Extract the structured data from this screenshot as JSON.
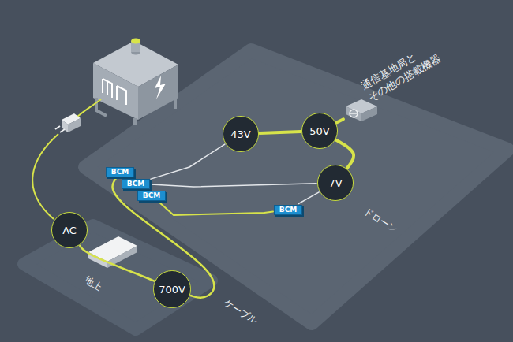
{
  "diagram": {
    "nodes": [
      {
        "text": [
          "AC"
        ]
      },
      {
        "text": [
          "700V"
        ]
      },
      {
        "text": [
          "BCM"
        ]
      },
      {
        "text": [
          "BCM"
        ]
      },
      {
        "text": [
          "BCM"
        ]
      },
      {
        "text": [
          "43V"
        ]
      },
      {
        "text": [
          "50V"
        ]
      },
      {
        "text": [
          "7V"
        ]
      },
      {
        "text": [
          "BCM"
        ]
      },
      {
        "text": [
          "通信基地局と その他の搭載機器"
        ]
      }
    ],
    "edges": [
      {
        "from": 0,
        "to": 1,
        "arrow": "none"
      },
      {
        "from": 1,
        "to": 2,
        "arrow": "none"
      },
      {
        "from": 3,
        "to": 5,
        "arrow": "none"
      },
      {
        "from": 3,
        "to": 7,
        "arrow": "none"
      },
      {
        "from": 4,
        "to": 8,
        "arrow": "none"
      },
      {
        "from": 8,
        "to": 7,
        "arrow": "none"
      },
      {
        "from": 5,
        "to": 6,
        "arrow": "none"
      },
      {
        "from": 6,
        "to": 7,
        "arrow": "none"
      },
      {
        "from": 6,
        "to": 9,
        "arrow": "none"
      }
    ],
    "labels": [
      "地上",
      "ケーブル",
      "ドローン"
    ]
  }
}
